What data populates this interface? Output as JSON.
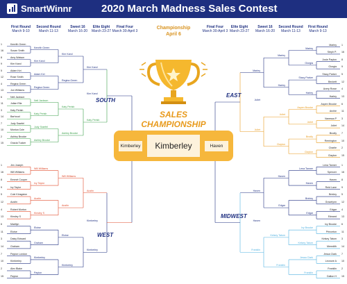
{
  "header": {
    "brand": "SmartWinnr",
    "title": "2020 March Madness Sales Contest"
  },
  "round_headers": {
    "left": [
      {
        "name": "First Round",
        "dates": "March 9-10"
      },
      {
        "name": "Second Round",
        "dates": "March 11-13"
      },
      {
        "name": "Sweet 16",
        "dates": "March 16-20"
      },
      {
        "name": "Elite Eight",
        "dates": "March 23-27"
      },
      {
        "name": "Final Four",
        "dates": "March 30-April 3"
      }
    ],
    "right": [
      {
        "name": "Final Four",
        "dates": "March 30-April 3"
      },
      {
        "name": "Elite Eight",
        "dates": "March 23-27"
      },
      {
        "name": "Sweet 16",
        "dates": "March 16-20"
      },
      {
        "name": "Second Round",
        "dates": "March 11-13"
      },
      {
        "name": "First Round",
        "dates": "March 9-13"
      }
    ]
  },
  "championship": {
    "label": "Championship",
    "date": "April 6",
    "banner_line1": "SALES",
    "banner_line2": "CHAMPIONSHIP",
    "left_finalist": "Kimberley",
    "winner": "Kimberley",
    "right_finalist": "Haven"
  },
  "colors": {
    "south": "#1e2f80",
    "west": "#e04a2a",
    "east": "#e89a1c",
    "midwest": "#1e8fc0",
    "south_lower": "#3aa04a",
    "west_lower": "#1e2f80",
    "midwest_lower": "#4fb0e0"
  },
  "regions": {
    "south": {
      "label": "SOUTH",
      "r1": [
        {
          "seed": "1",
          "name": "Kenrith Green"
        },
        {
          "seed": "16",
          "name": "Susan Smith"
        },
        {
          "seed": "8",
          "name": "Amy Watson"
        },
        {
          "seed": "9",
          "name": "Kim Karol"
        },
        {
          "seed": "5",
          "name": "Adam Kei"
        },
        {
          "seed": "12",
          "name": "Rose Smith"
        },
        {
          "seed": "4",
          "name": "Regina Green"
        },
        {
          "seed": "13",
          "name": "Jon Williams"
        },
        {
          "seed": "6",
          "name": "Neil Jackson"
        },
        {
          "seed": "11",
          "name": "Julian Ella"
        },
        {
          "seed": "3",
          "name": "Katy Perish"
        },
        {
          "seed": "14",
          "name": "Barhoud"
        },
        {
          "seed": "7",
          "name": "Judy Sraefel"
        },
        {
          "seed": "10",
          "name": "Monica Cole"
        },
        {
          "seed": "2",
          "name": "Ashley Brooke"
        },
        {
          "seed": "15",
          "name": "Gracia Tucker"
        }
      ],
      "r2": [
        "Kenrith Green",
        "Kim Karol",
        "Adam Kei",
        "Regina Green",
        "Neil Jackson",
        "Katy Perish",
        "Judy Sraefel",
        "Ashley Brooke"
      ],
      "s16": [
        "Kim Karol",
        "Regina Green",
        "Katy Perish",
        "Ashley Brooke"
      ],
      "e8": [
        "Kim Karol",
        "Katy Perish"
      ]
    },
    "west": {
      "label": "WEST",
      "r1": [
        {
          "seed": "1",
          "name": "Jen Joseph"
        },
        {
          "seed": "16",
          "name": "Will Williams"
        },
        {
          "seed": "8",
          "name": "Emmet Cooper"
        },
        {
          "seed": "9",
          "name": "Ivy Taylor"
        },
        {
          "seed": "5",
          "name": "Cole Kinsgston"
        },
        {
          "seed": "12",
          "name": "Austin"
        },
        {
          "seed": "4",
          "name": "Robert Morton"
        },
        {
          "seed": "13",
          "name": "Kinsley S"
        },
        {
          "seed": "6",
          "name": "Madilyn"
        },
        {
          "seed": "11",
          "name": "Eloise"
        },
        {
          "seed": "3",
          "name": "Daisy Edward"
        },
        {
          "seed": "14",
          "name": "Graham"
        },
        {
          "seed": "7",
          "name": "Payton London"
        },
        {
          "seed": "10",
          "name": "Kimberley"
        },
        {
          "seed": "2",
          "name": "Alex Blake"
        },
        {
          "seed": "15",
          "name": "Payton"
        }
      ],
      "r2": [
        "Will Williams",
        "Ivy Taylor",
        "Austin",
        "Kinsley S",
        "Eloise",
        "Graham",
        "Kimberley",
        "Payton"
      ],
      "s16": [
        "Will Williams",
        "Austin",
        "Eloise",
        "Kimberley"
      ],
      "e8": [
        "Austin",
        "Kimberley"
      ]
    },
    "east": {
      "label": "EAST",
      "r1": [
        {
          "seed": "1",
          "name": "Marley"
        },
        {
          "seed": "16",
          "name": "Steph P."
        },
        {
          "seed": "8",
          "name": "Josie Payton"
        },
        {
          "seed": "9",
          "name": "Giorgia"
        },
        {
          "seed": "5",
          "name": "Stacy Parker"
        },
        {
          "seed": "12",
          "name": "Beckett"
        },
        {
          "seed": "4",
          "name": "Avery Rowe"
        },
        {
          "seed": "13",
          "name": "Harley"
        },
        {
          "seed": "6",
          "name": "Aspen Brooke"
        },
        {
          "seed": "11",
          "name": "Archie"
        },
        {
          "seed": "3",
          "name": "Vanessa P"
        },
        {
          "seed": "14",
          "name": "Juliet"
        },
        {
          "seed": "7",
          "name": "Brodly"
        },
        {
          "seed": "10",
          "name": "Remington"
        },
        {
          "seed": "2",
          "name": "Charlie"
        },
        {
          "seed": "15",
          "name": "Clayton"
        }
      ],
      "r2": [
        "Marley",
        "Giorgia",
        "Stacy Parker",
        "Harley",
        "Aspen Brooke",
        "Juliet",
        "Brodly",
        "Clayton"
      ],
      "s16": [
        "Marley",
        "Harley",
        "Juliet",
        "Clayton"
      ],
      "e8": [
        "Marley",
        "Juliet"
      ]
    },
    "midwest": {
      "label": "MIDWEST",
      "r1": [
        {
          "seed": "1",
          "name": "Lena Tanner"
        },
        {
          "seed": "16",
          "name": "Spencer"
        },
        {
          "seed": "8",
          "name": "Haven"
        },
        {
          "seed": "9",
          "name": "Reid Lane"
        },
        {
          "seed": "5",
          "name": "Brinley"
        },
        {
          "seed": "12",
          "name": "Gracelynn"
        },
        {
          "seed": "4",
          "name": "Edgar"
        },
        {
          "seed": "13",
          "name": "Edward"
        },
        {
          "seed": "6",
          "name": "Ivy Brooke"
        },
        {
          "seed": "11",
          "name": "Princeton"
        },
        {
          "seed": "3",
          "name": "Kelsey Tatum"
        },
        {
          "seed": "14",
          "name": "Meredith"
        },
        {
          "seed": "7",
          "name": "Jessa Clark"
        },
        {
          "seed": "10",
          "name": "Leonore A"
        },
        {
          "seed": "2",
          "name": "Franklin"
        },
        {
          "seed": "15",
          "name": "Dalton H"
        }
      ],
      "r2": [
        "Lena Tanner",
        "Haven",
        "Brinley",
        "Edgar",
        "Ivy Brooke",
        "Kelsey Tatum",
        "Jessa Clark",
        "Franklin"
      ],
      "s16": [
        "Haven",
        "Edgar",
        "Kelsey Tatum",
        "Franklin"
      ],
      "e8": [
        "Haven",
        "Franklin"
      ]
    }
  },
  "final_four": {
    "left_top": "Kim Karol",
    "left_bottom": "Kimberley",
    "right_top": "Juliet",
    "right_bottom": "Haven"
  }
}
